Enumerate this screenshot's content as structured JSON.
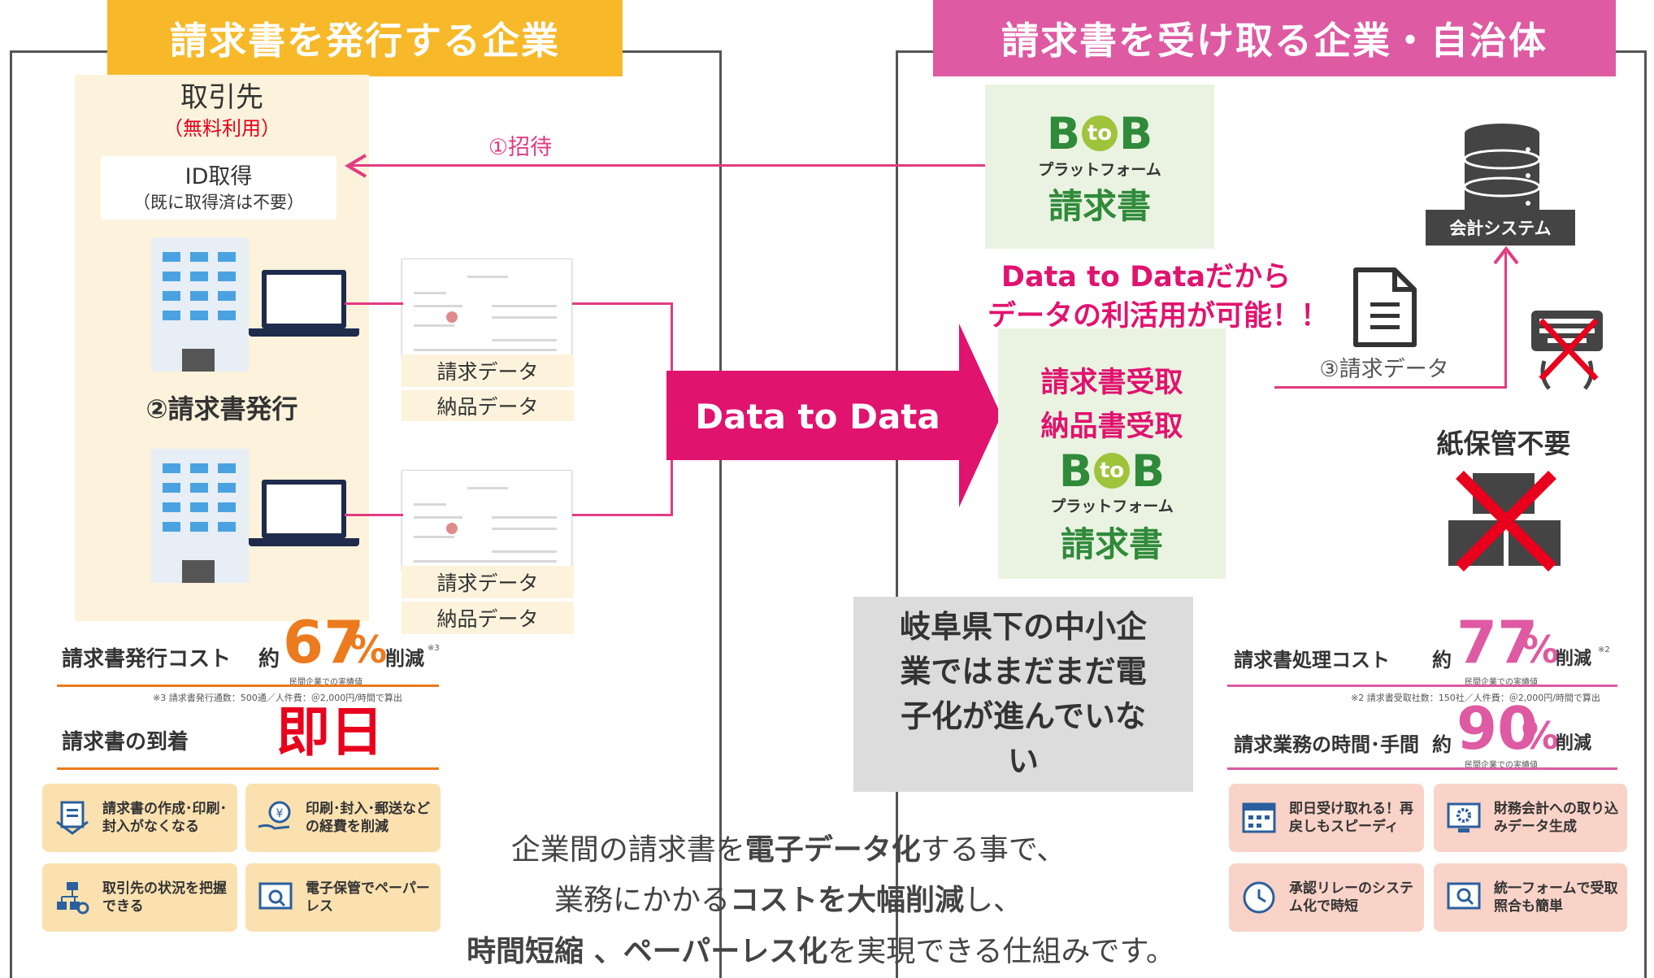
{
  "colors": {
    "yellow": "#f7b92a",
    "pink": "#de5aa2",
    "magenta": "#e0136f",
    "red": "#e8001c",
    "orange": "#ec7a1e",
    "green": "#2f8a3a"
  },
  "left": {
    "header": "請求書を発行する企業",
    "partner_title": "取引先",
    "partner_free": "（無料利用）",
    "id_title": "ID取得",
    "id_note": "（既に取得済は不要）",
    "issue_label": "②請求書発行",
    "tag_invoice": "請求データ",
    "tag_delivery": "納品データ"
  },
  "right": {
    "header": "請求書を受け取る企業・自治体",
    "invite": "①招待",
    "logo_btob_b1": "B",
    "logo_btob_to": "to",
    "logo_btob_b2": "B",
    "logo_platform": "プラットフォーム",
    "logo_invoice": "請求書",
    "benefit_line1": "Data to Dataだから",
    "benefit_line2": "データの利活用が可能！！",
    "recv_invoice": "請求書受取",
    "recv_delivery": "納品書受取",
    "accounting": "会計システム",
    "data_label": "③請求データ",
    "paper": "紙保管不要",
    "gifu": "岐阜県下の中小企業ではまだまだ電子化が進んでいない"
  },
  "arrow_label": "Data to Data",
  "left_stats": {
    "cost_label": "請求書発行コスト",
    "approx": "約",
    "cost_value": "67",
    "percent": "%",
    "reduce": "削減",
    "cost_mark": "※3",
    "cost_sub": "民間企業での実績値",
    "cost_note": "※3 請求書発行通数：500通／人件費：＠2,000円/時間で算出",
    "arrival_label": "請求書の到着",
    "arrival_value": "即日",
    "cards": [
      {
        "icon": "document-icon",
        "text": "請求書の作成･印刷･封入がなくなる"
      },
      {
        "icon": "money-hand-icon",
        "text": "印刷･封入･郵送などの経費を削減"
      },
      {
        "icon": "org-chart-icon",
        "text": "取引先の状況を把握できる"
      },
      {
        "icon": "monitor-search-icon",
        "text": "電子保管でペーパーレス"
      }
    ]
  },
  "right_stats": {
    "cost_label": "請求書処理コスト",
    "approx": "約",
    "cost_value": "77",
    "percent": "%",
    "reduce": "削減",
    "cost_mark": "※2",
    "cost_sub": "民間企業での実績値",
    "cost_note": "※2 請求書受取社数：150社／人件費：＠2,000円/時間で算出",
    "time_label": "請求業務の時間･手間",
    "approx2": "約",
    "time_value": "90",
    "percent2": "%",
    "reduce2": "削減",
    "time_sub": "民間企業での実績値",
    "cards": [
      {
        "icon": "calendar-icon",
        "text": "即日受け取れる！再戻しもスピーディ"
      },
      {
        "icon": "gear-monitor-icon",
        "text": "財務会計への取り込みデータ生成"
      },
      {
        "icon": "relay-clock-icon",
        "text": "承認リレーのシステム化で時短"
      },
      {
        "icon": "monitor-search-icon",
        "text": "統一フォームで受取照合も簡単"
      }
    ]
  },
  "bottom_text": {
    "l1a": "企業間の請求書を",
    "l1b": "電子データ化",
    "l1c": "する事で、",
    "l2a": "業務にかかる",
    "l2b": "コストを大幅削減",
    "l2c": "し、",
    "l3a": "時間短縮 、ペーパーレス化",
    "l3b": "を実現できる仕組みです。"
  }
}
